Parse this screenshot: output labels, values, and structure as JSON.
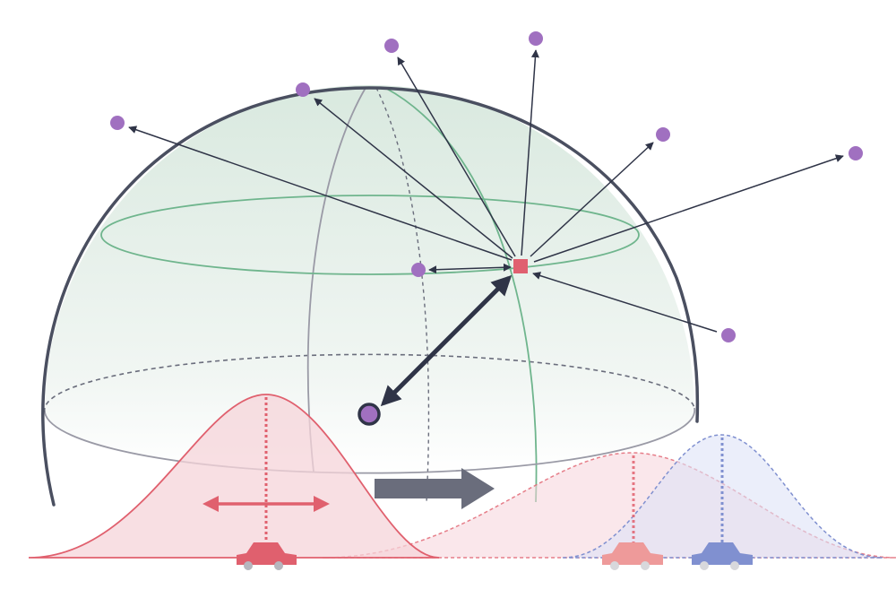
{
  "diagram": {
    "colors": {
      "background": "#ffffff",
      "sphere_outline": "#4a4f60",
      "sphere_fill_top": "#d9e9df",
      "meridian_gray": "#9a9aa6",
      "latitude_green": "#6fb58d",
      "arrow_dark": "#2f3447",
      "point_purple": "#a070c0",
      "target_square": "#e06070",
      "dist_red": "#e0606e",
      "dist_red_fill": "#f6d4da",
      "dist_blue": "#8090d0",
      "dist_blue_fill": "#dde3f6",
      "transition_arrow": "#6a6d7c",
      "wheel_gray": "#b6b6be"
    },
    "icons": {
      "observer": "observer-point-icon",
      "target": "target-square-icon",
      "vehicle": "car-icon",
      "transition": "right-arrow-icon"
    },
    "neighbor_point_count": 9,
    "distributions": [
      "red-gaussian",
      "faded-red-gaussian",
      "blue-gaussian"
    ]
  }
}
